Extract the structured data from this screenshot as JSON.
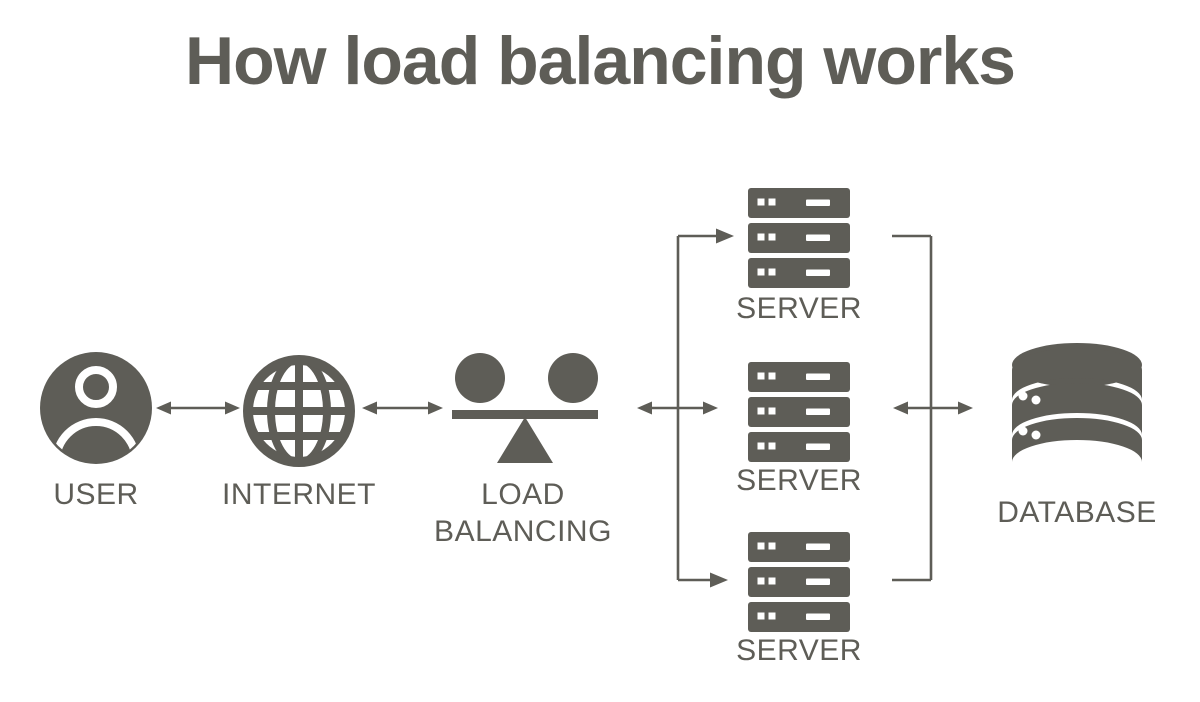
{
  "title": "How load balancing works",
  "palette": {
    "foreground": "#5e5d57",
    "background": "#ffffff"
  },
  "nodes": {
    "user": {
      "label": "USER",
      "icon": "person-circle-icon"
    },
    "internet": {
      "label": "INTERNET",
      "icon": "globe-icon"
    },
    "load_balancer": {
      "lines": [
        "LOAD",
        "BALANCING"
      ],
      "icon": "balance-scale-icon"
    },
    "servers": [
      {
        "label": "SERVER",
        "icon": "server-rack-icon"
      },
      {
        "label": "SERVER",
        "icon": "server-rack-icon"
      },
      {
        "label": "SERVER",
        "icon": "server-rack-icon"
      }
    ],
    "database": {
      "label": "DATABASE",
      "icon": "database-icon"
    }
  },
  "connections": [
    {
      "from": "USER",
      "to": "INTERNET",
      "style": "double-headed-arrow"
    },
    {
      "from": "INTERNET",
      "to": "LOAD BALANCING",
      "style": "double-headed-arrow"
    },
    {
      "from": "LOAD BALANCING",
      "to": "SERVER x3",
      "style": "double-headed-arrow-with-branch-lines"
    },
    {
      "from": "SERVER x3",
      "to": "DATABASE",
      "style": "double-headed-arrow-with-branch-lines"
    }
  ]
}
